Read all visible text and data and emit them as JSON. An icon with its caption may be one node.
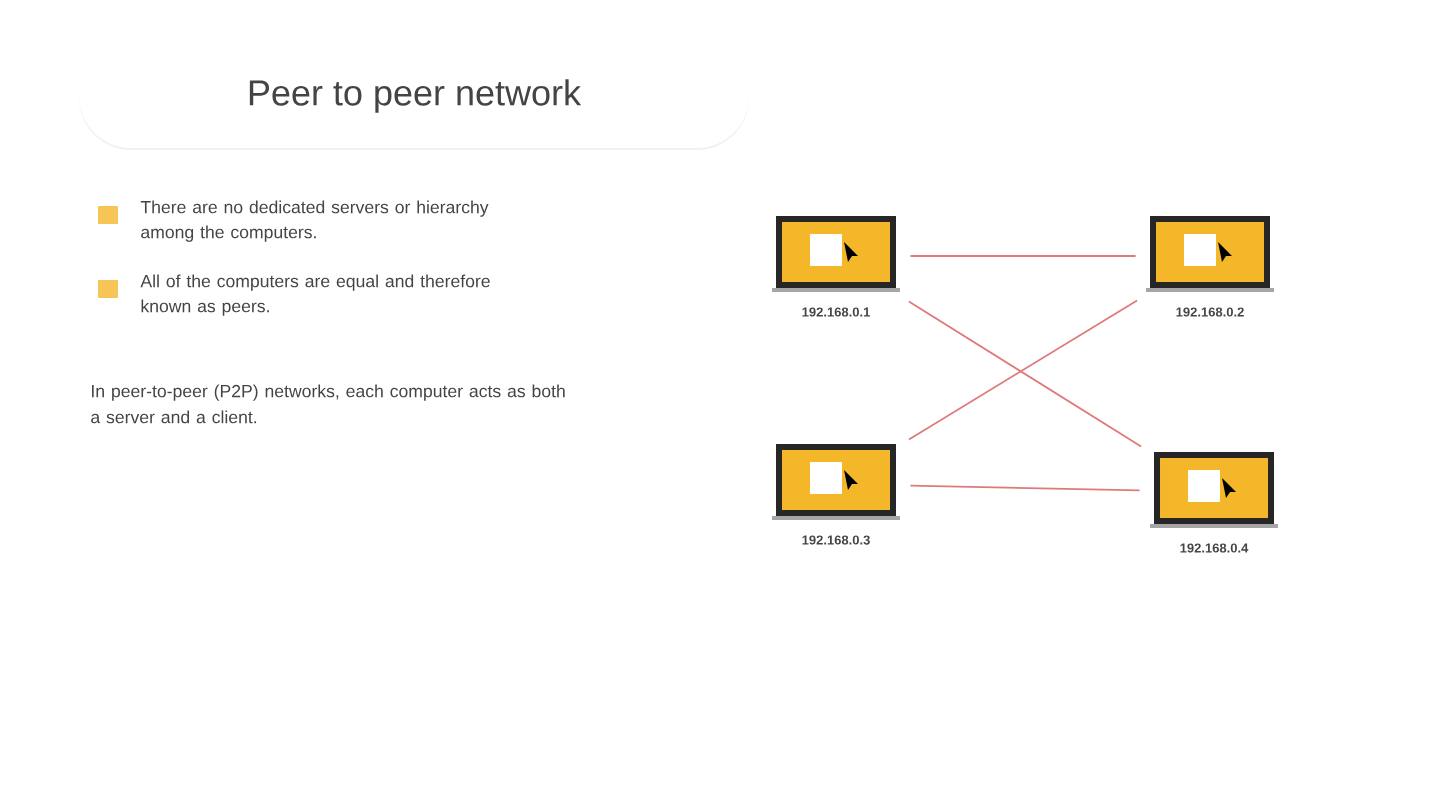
{
  "diagram": {
    "title": "Peer to peer network",
    "nodes": [
      {
        "text": [],
        "shape": "laptop",
        "beside": [
          "192.168.0.1"
        ]
      },
      {
        "text": [],
        "shape": "laptop",
        "beside": [
          "192.168.0.2"
        ]
      },
      {
        "text": [],
        "shape": "laptop",
        "beside": [
          "192.168.0.3"
        ]
      },
      {
        "text": [],
        "shape": "laptop",
        "beside": [
          "192.168.0.4"
        ]
      }
    ],
    "edges": [
      {
        "from": 0,
        "to": 1,
        "arrow": "none"
      },
      {
        "from": 0,
        "to": 3,
        "arrow": "none"
      },
      {
        "from": 2,
        "to": 1,
        "arrow": "none"
      },
      {
        "from": 2,
        "to": 3,
        "arrow": "none"
      }
    ],
    "labels": [
      "There are no dedicated servers or hierarchy among the computers.",
      "All of the computers are equal and therefore known as peers.",
      "In peer-to-peer (P2P) networks, each computer acts as both a server and a client."
    ]
  }
}
